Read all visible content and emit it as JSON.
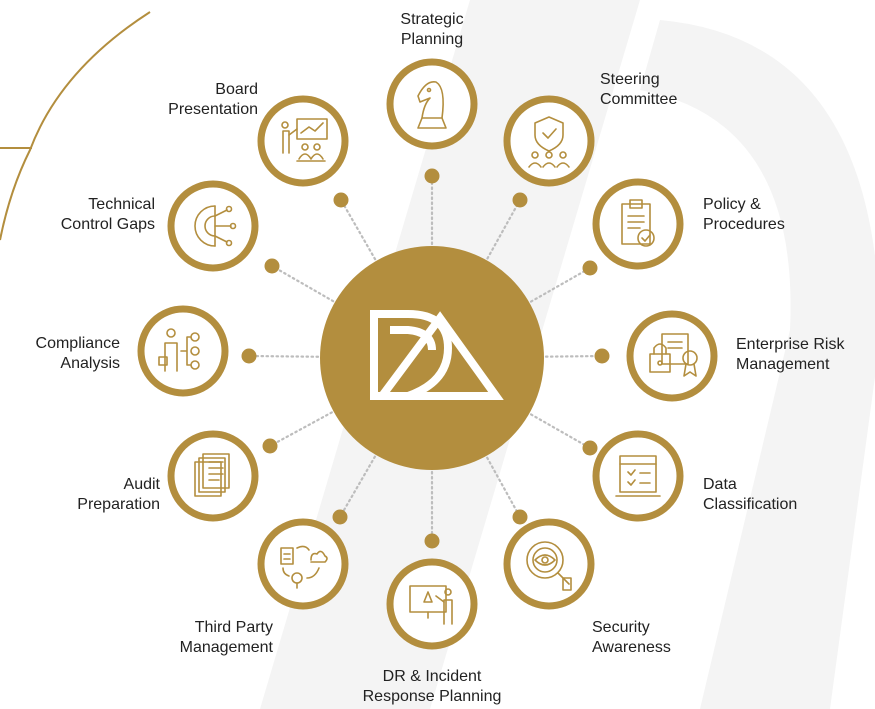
{
  "colors": {
    "gold": "#B38E3E",
    "connector": "#BDBDBD",
    "text": "#222222",
    "watermark": "#F3F3F3"
  },
  "center_logo": {
    "icon": "da-monogram-logo",
    "letters": "DA"
  },
  "items": [
    {
      "label": "Strategic\nPlanning",
      "icon": "chess-knight-icon"
    },
    {
      "label": "Steering\nCommittee",
      "icon": "shield-people-icon"
    },
    {
      "label": "Policy &\nProcedures",
      "icon": "clipboard-check-icon"
    },
    {
      "label": "Enterprise Risk\nManagement",
      "icon": "lock-certificate-icon"
    },
    {
      "label": "Data\nClassification",
      "icon": "data-checklist-icon"
    },
    {
      "label": "Security\nAwareness",
      "icon": "eye-magnifier-icon"
    },
    {
      "label": "DR & Incident\nResponse Planning",
      "icon": "warning-presentation-icon"
    },
    {
      "label": "Third Party\nManagement",
      "icon": "cloud-exchange-icon"
    },
    {
      "label": "Audit\nPreparation",
      "icon": "document-stack-icon"
    },
    {
      "label": "Compliance\nAnalysis",
      "icon": "person-hierarchy-icon"
    },
    {
      "label": "Technical\nControl Gaps",
      "icon": "gear-circuit-icon"
    },
    {
      "label": "Board\nPresentation",
      "icon": "presentation-board-icon"
    }
  ]
}
